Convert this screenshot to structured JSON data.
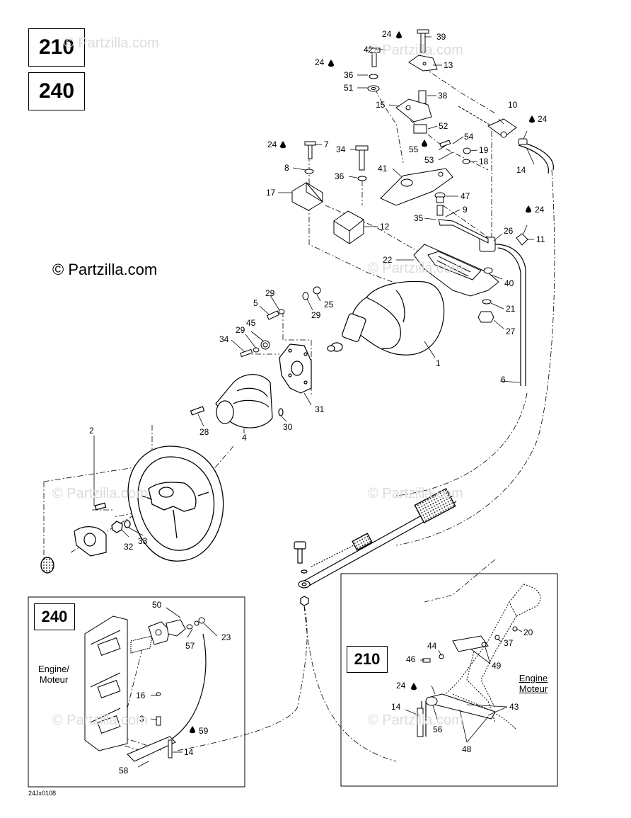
{
  "models": [
    "210",
    "240"
  ],
  "inset_240": {
    "label": "240",
    "engine_label": "Engine/",
    "engine_label_2": "Moteur"
  },
  "inset_210": {
    "label": "210",
    "engine_label": "Engine",
    "engine_label_2": "Moteur"
  },
  "copyright": "© Partzilla.com",
  "watermark": "© Partzilla.com",
  "drawing_ref": "24Jx0108",
  "callouts": {
    "c1": "1",
    "c2": "2",
    "c3": "3",
    "c4": "4",
    "c5": "5",
    "c6": "6",
    "c7": "7",
    "c8": "8",
    "c9": "9",
    "c10": "10",
    "c11": "11",
    "c12": "12",
    "c13": "13",
    "c14a": "14",
    "c14b": "14",
    "c14c": "14",
    "c15": "15",
    "c16": "16",
    "c17": "17",
    "c18": "18",
    "c19": "19",
    "c20": "20",
    "c21": "21",
    "c22": "22",
    "c23": "23",
    "c24a": "24",
    "c24b": "24",
    "c24c": "24",
    "c24d": "24",
    "c24e": "24",
    "c24f": "24",
    "c24g": "24",
    "c25": "25",
    "c26": "26",
    "c27": "27",
    "c28": "28",
    "c29a": "29",
    "c29b": "29",
    "c29c": "29",
    "c30": "30",
    "c31": "31",
    "c32": "32",
    "c33": "33",
    "c34a": "34",
    "c34b": "34",
    "c35": "35",
    "c36a": "36",
    "c36b": "36",
    "c37": "37",
    "c38": "38",
    "c39": "39",
    "c40": "40",
    "c41": "41",
    "c42": "42",
    "c43": "43",
    "c44": "44",
    "c45": "45",
    "c46": "46",
    "c47": "47",
    "c48": "48",
    "c49": "49",
    "c50": "50",
    "c51": "51",
    "c52": "52",
    "c53": "53",
    "c54": "54",
    "c55": "55",
    "c56": "56",
    "c57": "57",
    "c58": "58",
    "c59": "59"
  }
}
